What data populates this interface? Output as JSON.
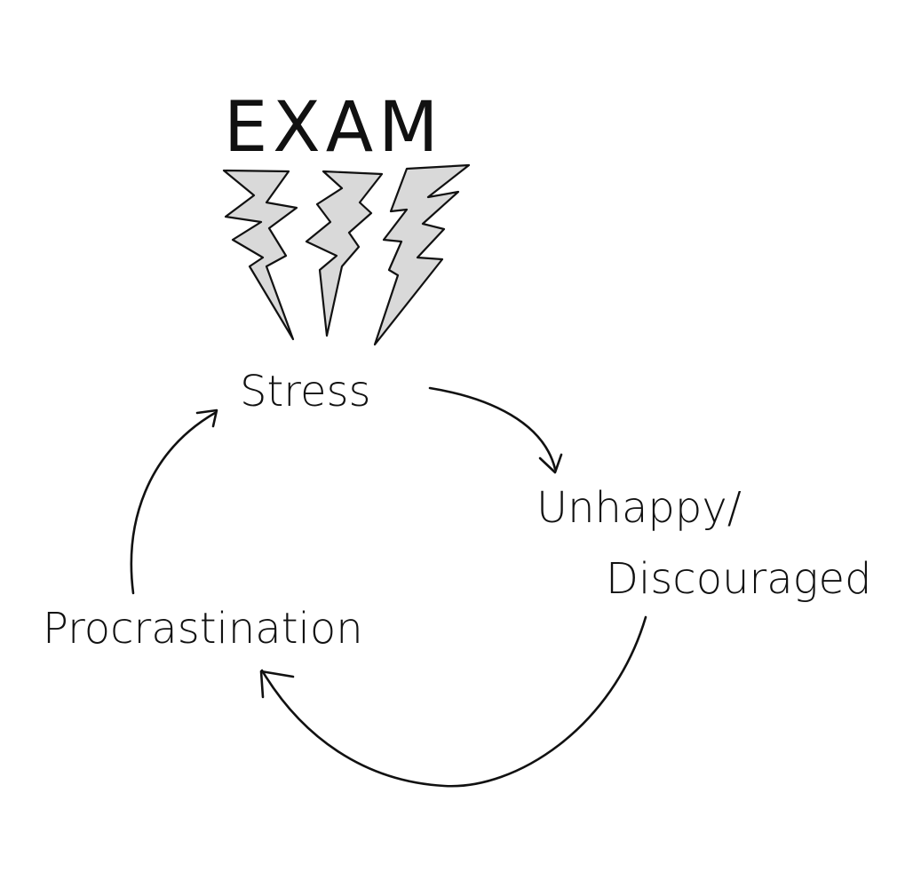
{
  "diagram": {
    "title": "EXAM",
    "nodes": {
      "stress": "Stress",
      "unhappy_line1": "Unhappy/",
      "unhappy_line2": "Discouraged",
      "procrastination": "Procrastination"
    },
    "edges": [
      {
        "from": "Stress",
        "to": "Unhappy/Discouraged"
      },
      {
        "from": "Unhappy/Discouraged",
        "to": "Procrastination"
      },
      {
        "from": "Procrastination",
        "to": "Stress"
      }
    ],
    "colors": {
      "ink": "#111111",
      "bolt_fill": "#d9d9d9",
      "background": "#ffffff"
    },
    "icons": [
      "lightning-bolt-icon",
      "lightning-bolt-icon",
      "lightning-bolt-icon"
    ]
  }
}
